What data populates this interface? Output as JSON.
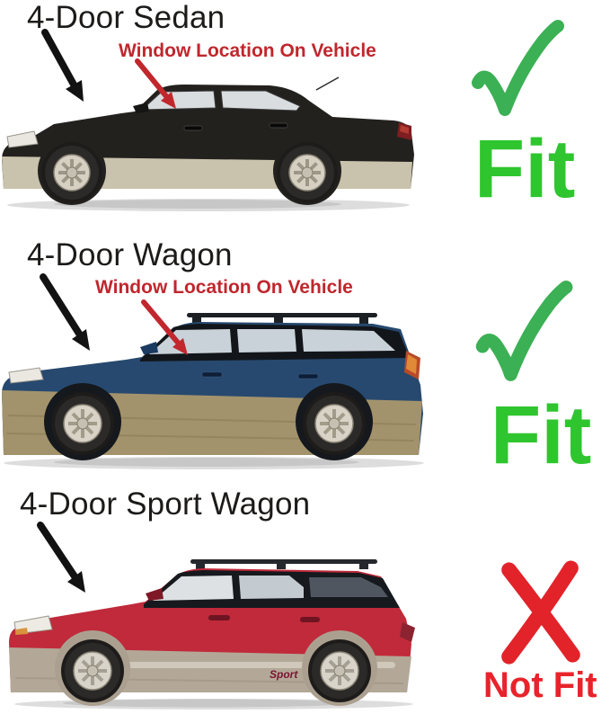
{
  "colors": {
    "background": "#ffffff",
    "title_text": "#1c1b19",
    "window_label_text": "#c0272d",
    "arrow_black": "#121212",
    "arrow_red": "#c1272d"
  },
  "sections": [
    {
      "title": "4-Door Sedan",
      "window_label": "Window Location On Vehicle",
      "fit_label": "Fit",
      "fit_status": "fit",
      "indicator": "check",
      "indicator_color": "#3cb054",
      "fit_label_color": "#2fc52f",
      "car": {
        "name": "black 4-door sedan, side view, facing left",
        "body_color": "#23211e",
        "cladding_color": "#c9c2ac",
        "window_color": "#d9dde0"
      }
    },
    {
      "title": "4-Door Wagon",
      "window_label": "Window Location On Vehicle",
      "fit_label": "Fit",
      "fit_status": "fit",
      "indicator": "check",
      "indicator_color": "#3cb054",
      "fit_label_color": "#2fc52f",
      "car": {
        "name": "dark blue 4-door wagon with roof rails, side view, facing left",
        "body_color": "#27496f",
        "cladding_color": "#a3936c",
        "window_color": "#c9d2d8"
      }
    },
    {
      "title": "4-Door Sport Wagon",
      "fit_label": "Not Fit",
      "fit_status": "not_fit",
      "indicator": "cross",
      "indicator_color": "#e2232a",
      "fit_label_color": "#e8232b",
      "car": {
        "name": "red 4-door sport wagon with roof rails, side view, facing left",
        "body_color": "#c02a3a",
        "cladding_color": "#b3a897",
        "window_color": "#dde1e4",
        "rear_window_color": "#c3cad0",
        "cargo_window_color": "#4f565f",
        "decal_text": "Sport"
      }
    }
  ]
}
